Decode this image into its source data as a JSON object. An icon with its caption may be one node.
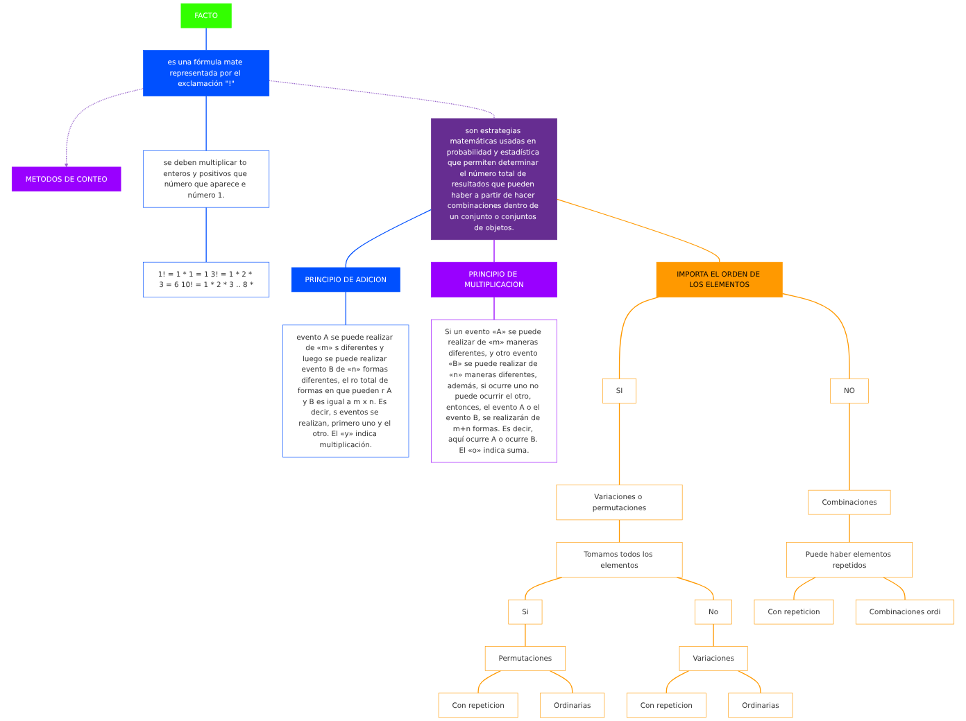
{
  "diagram": {
    "nodes": [
      {
        "text": [
          "METODOS DE CONTEO"
        ]
      },
      {
        "text": [
          "FACTO"
        ]
      },
      {
        "text": [
          "es una fórmula mate representada por el exclamación \"!\""
        ]
      },
      {
        "text": [
          "se deben multiplicar to enteros y positivos que número que aparece e número 1."
        ]
      },
      {
        "text": [
          "1! = 1 * 1 = 1 3! = 1 * 2 * 3 = 6 10! = 1 * 2 * 3 .. 8 *"
        ]
      },
      {
        "text": [
          "son estrategias matemáticas usadas en probabilidad y estadística que permiten determinar el número total de resultados que pueden haber a partir de hacer combinaciones dentro de un conjunto o conjuntos de objetos."
        ]
      },
      {
        "text": [
          "PRINCIPIO DE ADICION"
        ]
      },
      {
        "text": [
          "evento A se puede realizar de «m» s diferentes y luego se puede realizar evento B de «n» formas diferentes, el ro total de formas en que pueden r A y B es igual a m x n. Es decir, s eventos se realizan, primero uno y el otro. El «y» indica multiplicación."
        ]
      },
      {
        "text": [
          "PRINCIPIO DE MULTIPLICACION"
        ]
      },
      {
        "text": [
          "Si un evento «A» se puede realizar de «m» maneras diferentes, y otro evento «B» se puede realizar de «n» maneras diferentes, además, si ocurre uno no puede ocurrir el otro, entonces, el evento A o el evento B, se realizarán de m+n formas. Es decir, aquí ocurre A o ocurre B. El «o» indica suma."
        ]
      },
      {
        "text": [
          "IMPORTA EL ORDEN DE LOS ELEMENTOS"
        ]
      },
      {
        "text": [
          "SI"
        ]
      },
      {
        "text": [
          "NO"
        ]
      },
      {
        "text": [
          "Variaciones o permutaciones"
        ]
      },
      {
        "text": [
          "Tomamos todos los elementos"
        ]
      },
      {
        "text": [
          "Si"
        ]
      },
      {
        "text": [
          "No"
        ]
      },
      {
        "text": [
          "Permutaciones"
        ]
      },
      {
        "text": [
          "Con repeticion"
        ]
      },
      {
        "text": [
          "Ordinarias"
        ]
      },
      {
        "text": [
          "Variaciones"
        ]
      },
      {
        "text": [
          "Con repeticion"
        ]
      },
      {
        "text": [
          "Ordinarias"
        ]
      },
      {
        "text": [
          "Combinaciones"
        ]
      },
      {
        "text": [
          "Puede haber elementos repetidos"
        ]
      },
      {
        "text": [
          "Con repeticion"
        ]
      },
      {
        "text": [
          "Combinaciones ordi"
        ]
      }
    ],
    "edges": [
      {
        "from": 1,
        "to": 2,
        "arrow": "none",
        "color": "#0050ff"
      },
      {
        "from": 2,
        "to": 3,
        "arrow": "none",
        "color": "#0050ff"
      },
      {
        "from": 3,
        "to": 4,
        "arrow": "none",
        "color": "#0050ff"
      },
      {
        "from": 2,
        "to": 0,
        "arrow": "to",
        "style": "dashed",
        "color": "#9966cc"
      },
      {
        "from": 2,
        "to": 5,
        "arrow": "none",
        "style": "dashed",
        "color": "#9966cc"
      },
      {
        "from": 5,
        "to": 6,
        "arrow": "none",
        "color": "#0050ff"
      },
      {
        "from": 5,
        "to": 8,
        "arrow": "none",
        "color": "#9900ff"
      },
      {
        "from": 5,
        "to": 10,
        "arrow": "none"
      },
      {
        "from": 6,
        "to": 7,
        "arrow": "none",
        "color": "#0050ff"
      },
      {
        "from": 8,
        "to": 9,
        "arrow": "none",
        "color": "#9900ff"
      },
      {
        "from": 10,
        "to": 11,
        "arrow": "none"
      },
      {
        "from": 10,
        "to": 12,
        "arrow": "none"
      },
      {
        "from": 11,
        "to": 13,
        "arrow": "none"
      },
      {
        "from": 13,
        "to": 14,
        "arrow": "none"
      },
      {
        "from": 14,
        "to": 15,
        "arrow": "none"
      },
      {
        "from": 14,
        "to": 16,
        "arrow": "none"
      },
      {
        "from": 15,
        "to": 17,
        "arrow": "none"
      },
      {
        "from": 17,
        "to": 18,
        "arrow": "none"
      },
      {
        "from": 17,
        "to": 19,
        "arrow": "none"
      },
      {
        "from": 16,
        "to": 20,
        "arrow": "none"
      },
      {
        "from": 20,
        "to": 21,
        "arrow": "none"
      },
      {
        "from": 20,
        "to": 22,
        "arrow": "none"
      },
      {
        "from": 12,
        "to": 23,
        "arrow": "none"
      },
      {
        "from": 23,
        "to": 24,
        "arrow": "none"
      },
      {
        "from": 24,
        "to": 25,
        "arrow": "none"
      },
      {
        "from": 24,
        "to": 26,
        "arrow": "none"
      }
    ]
  }
}
